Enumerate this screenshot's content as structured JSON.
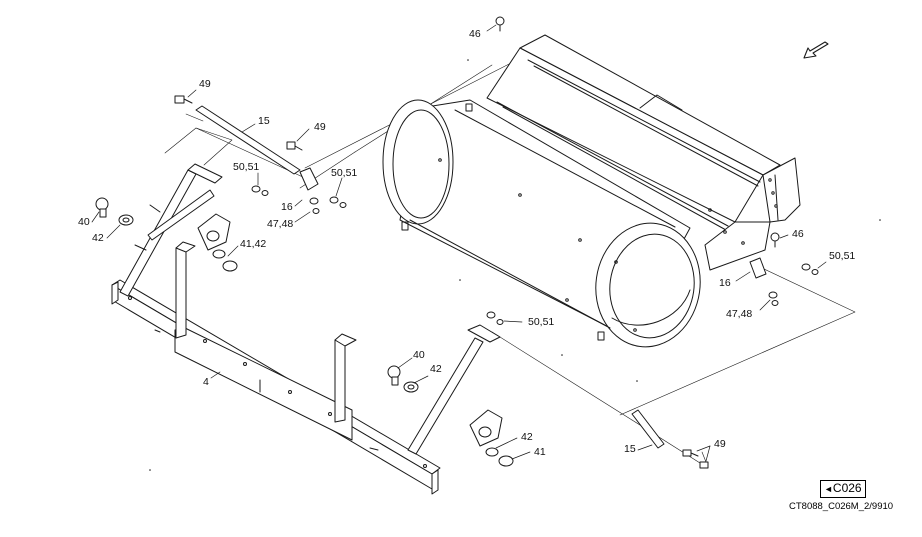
{
  "callouts": [
    {
      "id": "c46a",
      "text": "46"
    },
    {
      "id": "c49a",
      "text": "49"
    },
    {
      "id": "c15a",
      "text": "15"
    },
    {
      "id": "c49b",
      "text": "49"
    },
    {
      "id": "c5051a",
      "text": "50,51"
    },
    {
      "id": "c5051b",
      "text": "50,51"
    },
    {
      "id": "c40a",
      "text": "40"
    },
    {
      "id": "c42a",
      "text": "42"
    },
    {
      "id": "c16a",
      "text": "16"
    },
    {
      "id": "c4748a",
      "text": "47,48"
    },
    {
      "id": "c4142",
      "text": "41,42"
    },
    {
      "id": "c46b",
      "text": "46"
    },
    {
      "id": "c5051c",
      "text": "50,51"
    },
    {
      "id": "c16b",
      "text": "16"
    },
    {
      "id": "c4748b",
      "text": "47,48"
    },
    {
      "id": "c5051d",
      "text": "50,51"
    },
    {
      "id": "c4",
      "text": "4"
    },
    {
      "id": "c40b",
      "text": "40"
    },
    {
      "id": "c42b",
      "text": "42"
    },
    {
      "id": "c42c",
      "text": "42"
    },
    {
      "id": "c41",
      "text": "41"
    },
    {
      "id": "c15b",
      "text": "15"
    },
    {
      "id": "c49c",
      "text": "49"
    }
  ],
  "reference": {
    "symbol": "◄",
    "code": "C026"
  },
  "drawing_number": "CT8088_C026M_2/9910",
  "colors": {
    "line": "#1a1a1a",
    "background": "#ffffff"
  }
}
